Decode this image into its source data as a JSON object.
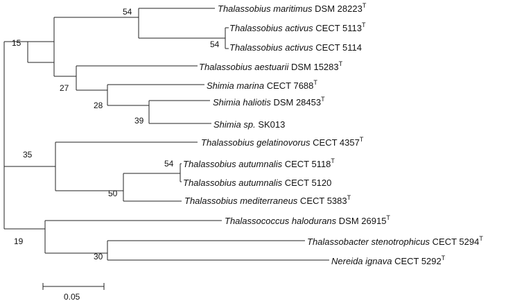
{
  "tree": {
    "leaves": [
      {
        "genus": "Thalassobius",
        "species": "maritimus",
        "strain": "DSM 28223",
        "type": "T"
      },
      {
        "genus": "Thalassobius",
        "species": "activus",
        "strain": "CECT 5113",
        "type": "T"
      },
      {
        "genus": "Thalassobius",
        "species": "activus",
        "strain": "CECT 5114",
        "type": ""
      },
      {
        "genus": "Thalassobius",
        "species": "aestuarii",
        "strain": "DSM 15283",
        "type": "T"
      },
      {
        "genus": "Shimia",
        "species": "marina",
        "strain": "CECT 7688",
        "type": "T"
      },
      {
        "genus": "Shimia",
        "species": "haliotis",
        "strain": "DSM 28453",
        "type": "T"
      },
      {
        "genus": "Shimia",
        "species": "sp.",
        "strain": "SK013",
        "type": ""
      },
      {
        "genus": "Thalassobius",
        "species": "gelatinovorus",
        "strain": "CECT 4357",
        "type": "T"
      },
      {
        "genus": "Thalassobius",
        "species": "autumnalis",
        "strain": "CECT 5118",
        "type": "T"
      },
      {
        "genus": "Thalassobius",
        "species": "autumnalis",
        "strain": "CECT 5120",
        "type": ""
      },
      {
        "genus": "Thalassobius",
        "species": "mediterraneus",
        "strain": "CECT 5383",
        "type": "T"
      },
      {
        "genus": "Thalassococcus",
        "species": "halodurans",
        "strain": "DSM 26915",
        "type": "T"
      },
      {
        "genus": "Thalassobacter",
        "species": "stenotrophicus",
        "strain": "CECT 5294",
        "type": "T"
      },
      {
        "genus": "Nereida",
        "species": "ignava",
        "strain": "CECT 5292",
        "type": "T"
      }
    ],
    "bootstrap": [
      {
        "node": "maritimus-activus",
        "value": "54"
      },
      {
        "node": "activus-pair",
        "value": "54"
      },
      {
        "node": "upper-clade",
        "value": "15"
      },
      {
        "node": "aestuarii-shimia",
        "value": "27"
      },
      {
        "node": "shimia-clade",
        "value": "28"
      },
      {
        "node": "haliotis-sk013",
        "value": "39"
      },
      {
        "node": "gelatinovorus-clade",
        "value": "35"
      },
      {
        "node": "autumnalis-pair",
        "value": "54"
      },
      {
        "node": "autumnalis-mediterraneus",
        "value": "50"
      },
      {
        "node": "lower-clade",
        "value": "19"
      },
      {
        "node": "thalassobacter-nereida",
        "value": "30"
      }
    ],
    "scale_bar": {
      "label": "0.05"
    }
  }
}
